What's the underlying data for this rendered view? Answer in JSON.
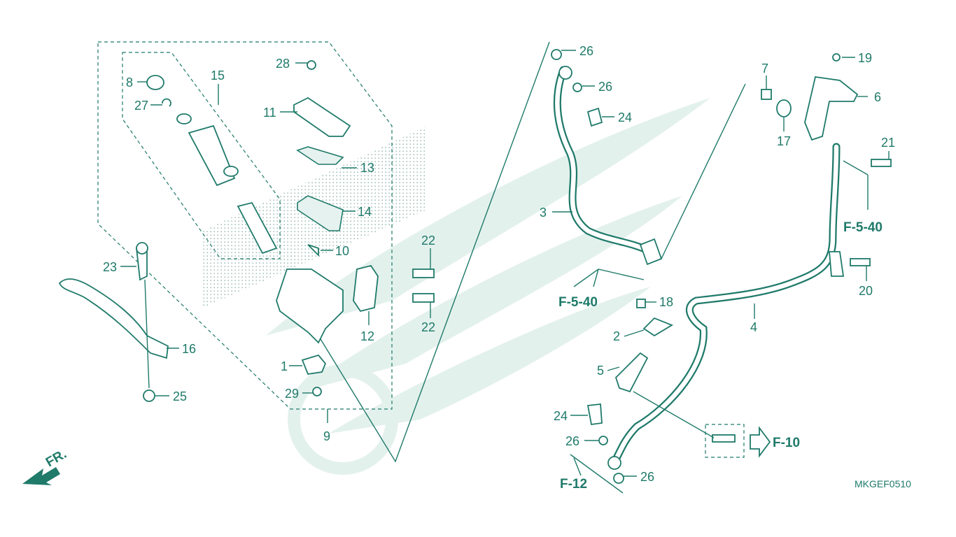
{
  "diagram_code": "MKGEF0510",
  "front_marker": "FR.",
  "colors": {
    "line": "#1f7a6a",
    "watermark": "#e3f1ed",
    "dots": "#9fbfb8"
  },
  "callouts": {
    "p1": "1",
    "p2": "2",
    "p3": "3",
    "p4": "4",
    "p5": "5",
    "p6": "6",
    "p7": "7",
    "p8": "8",
    "p9": "9",
    "p10": "10",
    "p11": "11",
    "p12": "12",
    "p13": "13",
    "p14": "14",
    "p15": "15",
    "p16": "16",
    "p17": "17",
    "p18": "18",
    "p19": "19",
    "p20": "20",
    "p21": "21",
    "p22a": "22",
    "p22b": "22",
    "p23": "23",
    "p24a": "24",
    "p24b": "24",
    "p25": "25",
    "p26a": "26",
    "p26b": "26",
    "p26c": "26",
    "p26d": "26",
    "p27": "27",
    "p28": "28",
    "p29": "29"
  },
  "references": {
    "r1": "F-5-40",
    "r2": "F-5-40",
    "r3": "F-10",
    "r4": "F-12"
  }
}
